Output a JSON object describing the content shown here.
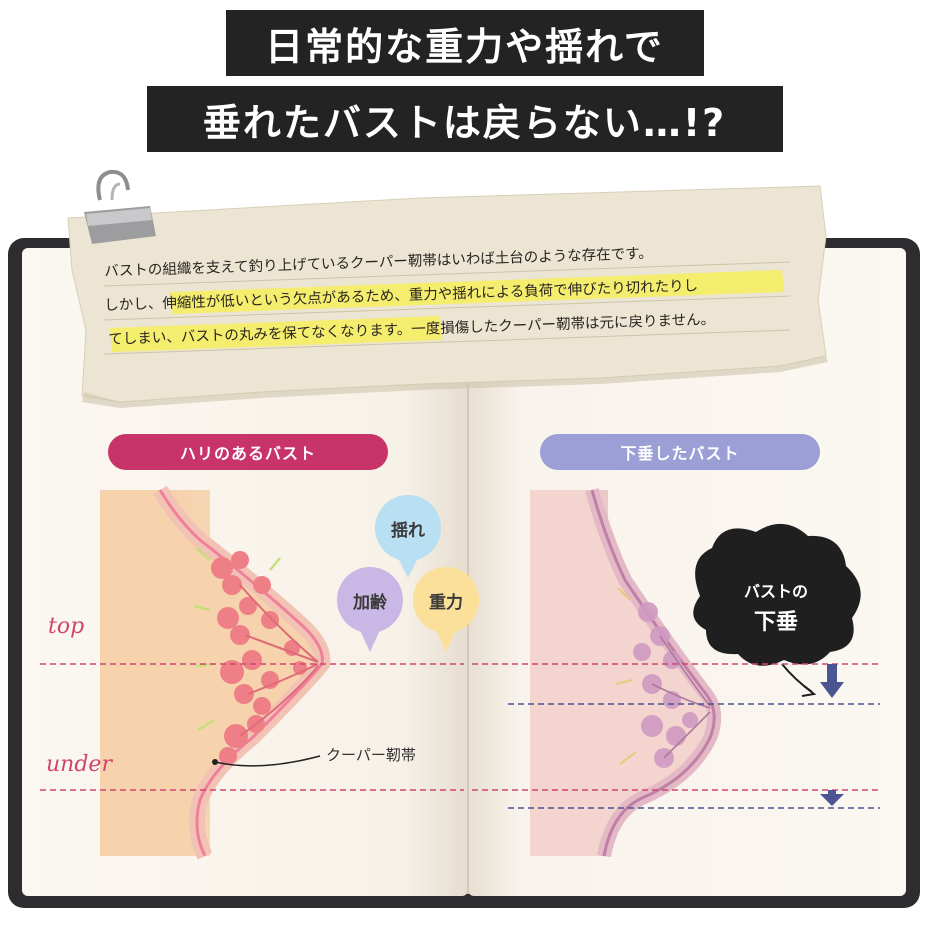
{
  "headline": {
    "line1": "日常的な重力や揺れで",
    "line2": "垂れたバストは戻らない…!?"
  },
  "note": {
    "line1": "バストの組織を支えて釣り上げているクーパー靭帯はいわば土台のような存在です。",
    "line2_plain": "しかし、",
    "line2_highlight": "伸縮性が低いという欠点があるため、重力や揺れによる負荷で伸びたり切れたりし",
    "line3_highlight": "てしまい、バストの丸みを保てなくなります。",
    "line3_plain": "一度損傷したクーパー靭帯は元に戻りません。"
  },
  "left_panel": {
    "label": "ハリのあるバスト",
    "label_color": "#c8336a",
    "causes": {
      "shake": "揺れ",
      "aging": "加齢",
      "gravity": "重力"
    },
    "ligament_label": "クーパー靭帯",
    "top_label": "top",
    "under_label": "under"
  },
  "right_panel": {
    "label": "下垂したバスト",
    "label_color": "#9b9fd6",
    "burst_line1": "バストの",
    "burst_line2": "下垂"
  },
  "colors": {
    "dark": "#232323",
    "pink_line": "#d0456f",
    "navy_line": "#4a5591",
    "paper": "#e9e1cf",
    "highlight": "#f7ef5a"
  }
}
